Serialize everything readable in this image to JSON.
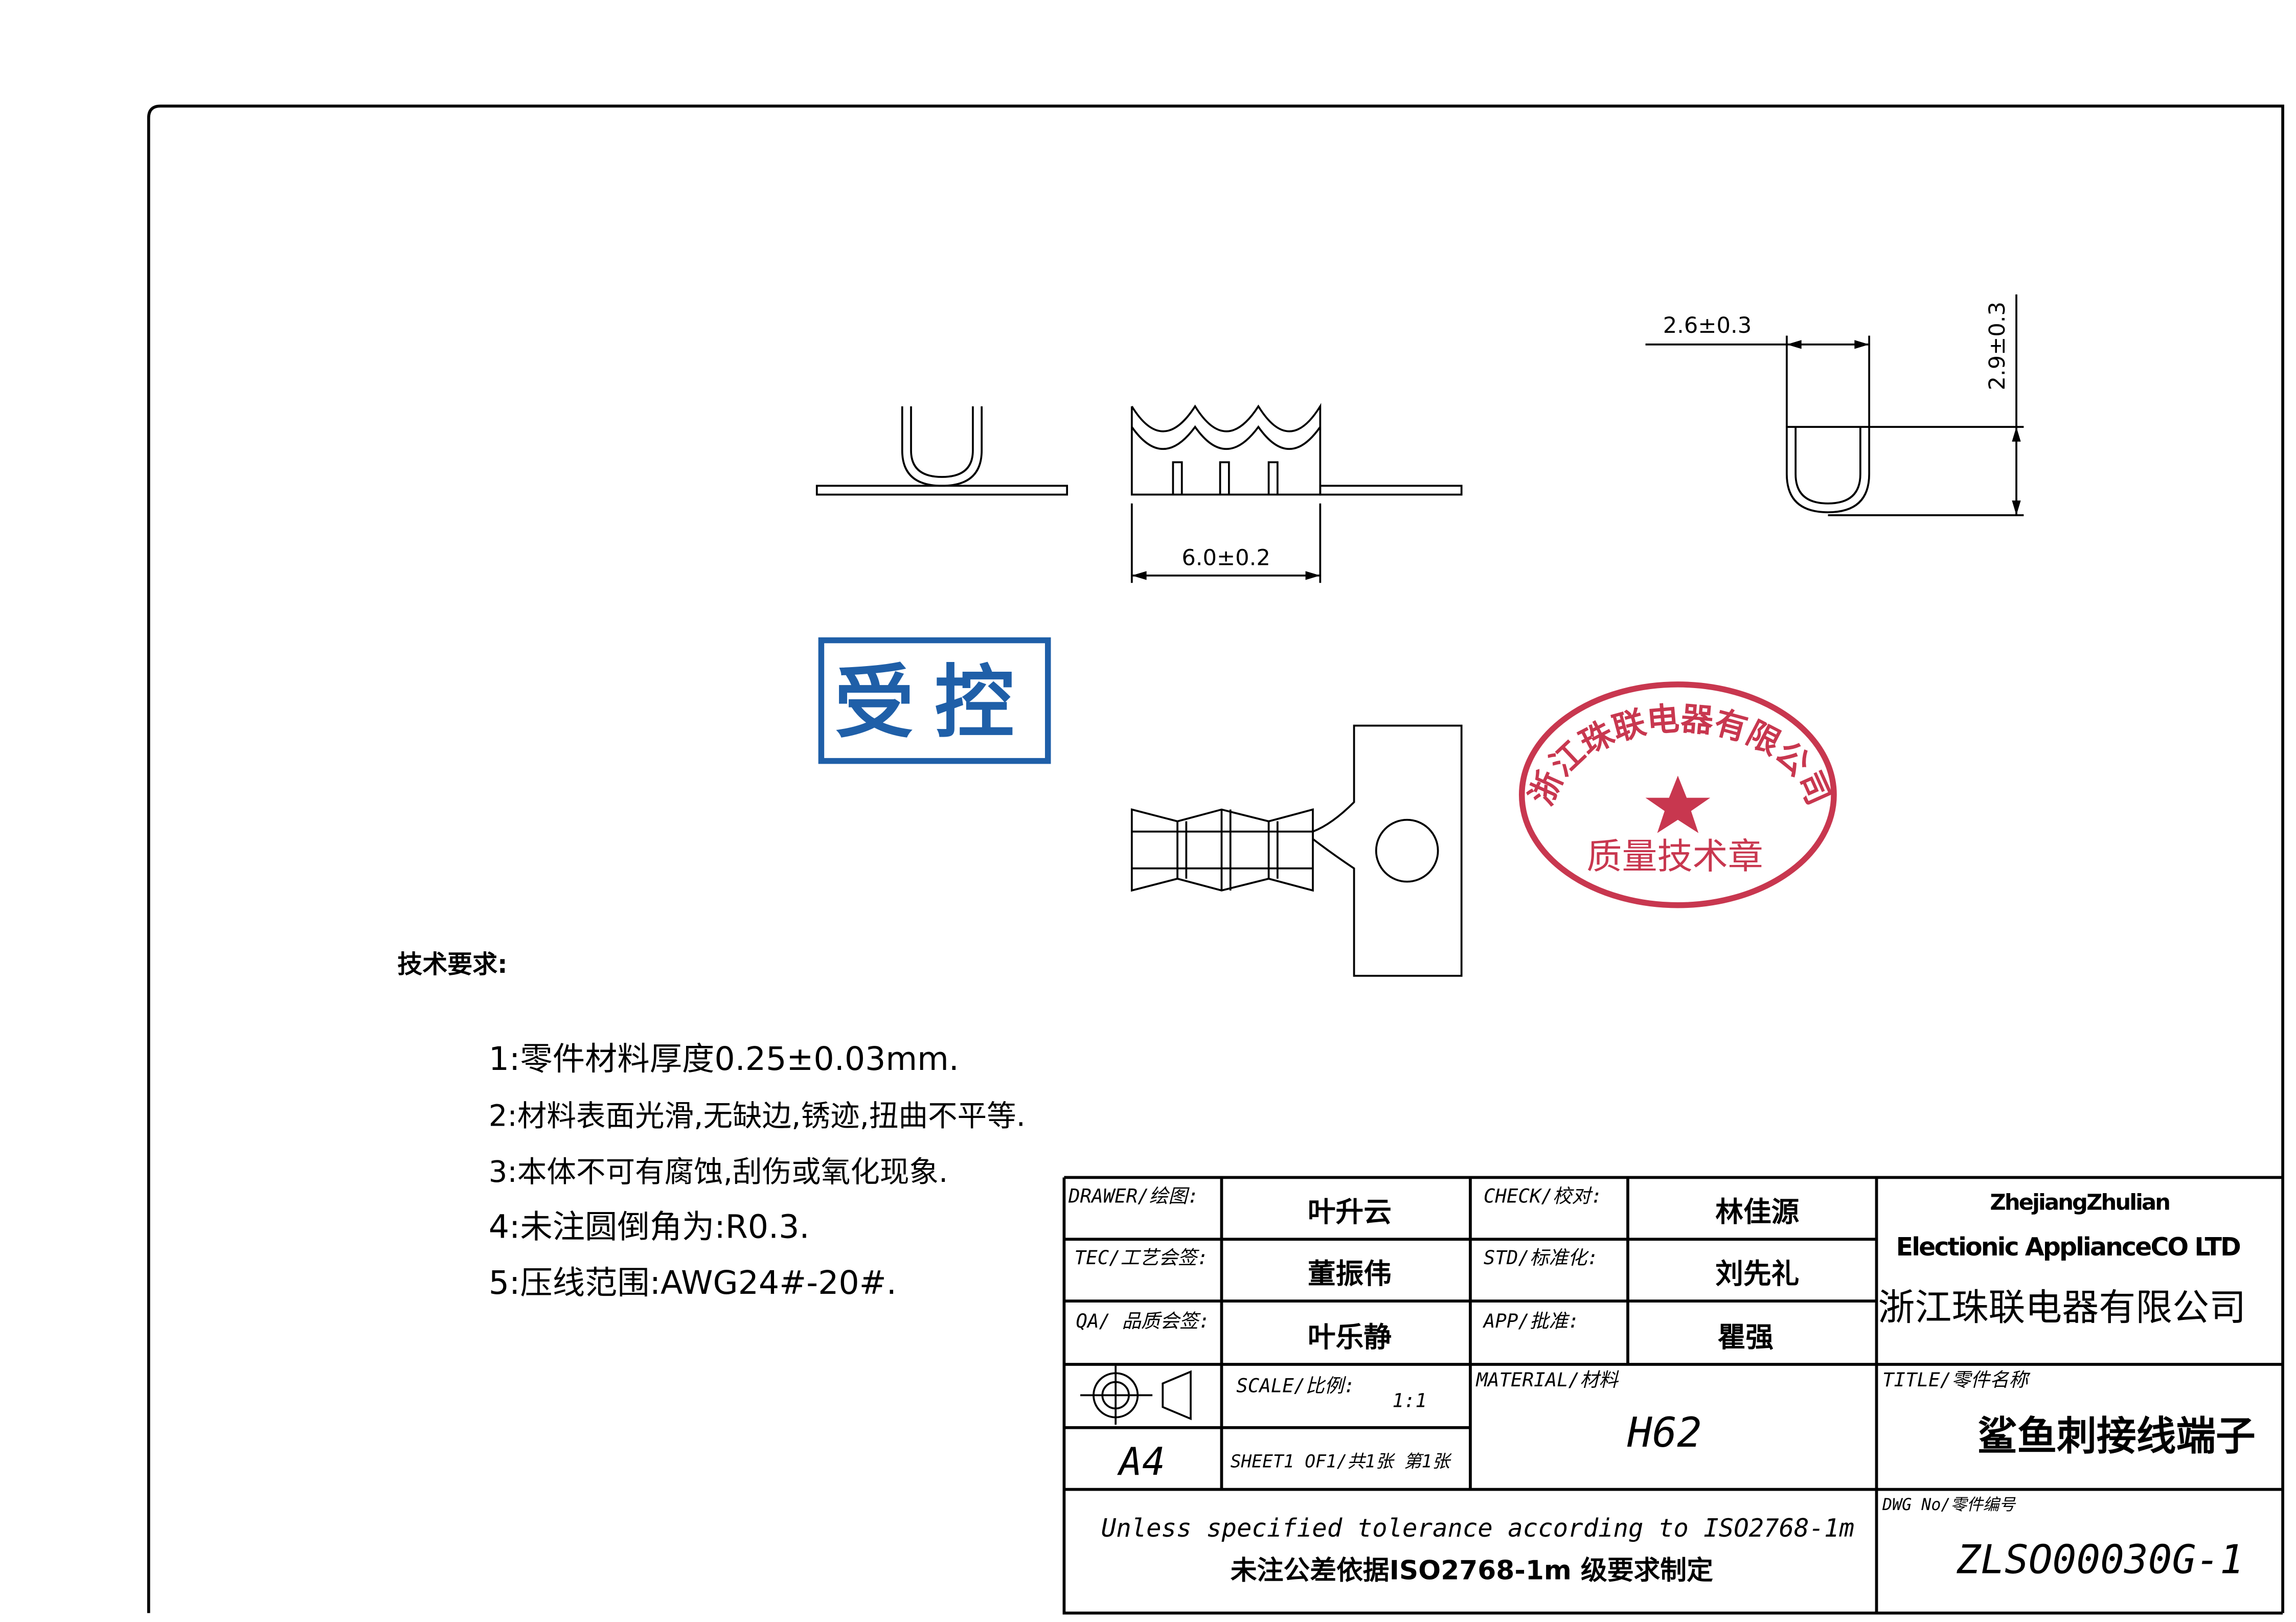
{
  "dimensions": {
    "width_dim": "6.0±0.2",
    "u_width": "2.6±0.3",
    "u_height": "2.9±0.3"
  },
  "stamps": {
    "controlled": "受控",
    "company_seal_top": "浙江珠联电器有限公司",
    "company_seal_bottom": "质量技术章",
    "seal_color": "#c8374f",
    "controlled_color": "#1f5fa8"
  },
  "notes": {
    "heading": "技术要求:",
    "items": [
      "1:零件材料厚度0.25±0.03mm.",
      "2:材料表面光滑,无缺边,锈迹,扭曲不平等.",
      "3:本体不可有腐蚀,刮伤或氧化现象.",
      "4:未注圆倒角为:R0.3.",
      "5:压线范围:AWG24#-20#."
    ]
  },
  "title_block": {
    "drawer_label": "DRAWER/绘图:",
    "drawer": "叶升云",
    "check_label": "CHECK/校对:",
    "check": "林佳源",
    "tec_label": "TEC/工艺会签:",
    "tec": "董振伟",
    "std_label": "STD/标准化:",
    "std": "刘先礼",
    "qa_label": "QA/ 品质会签:",
    "qa": "叶乐静",
    "app_label": "APP/批准:",
    "app": "瞿强",
    "company_en_1": "ZhejiangZhulian",
    "company_en_2": "Electionic ApplianceCO LTD",
    "company_cn": "浙江珠联电器有限公司",
    "scale_label": "SCALE/比例:",
    "scale": "1:1",
    "paper": "A4",
    "sheet": "SHEET1 OF1/共1张 第1张",
    "material_label": "MATERIAL/材料",
    "material": "H62",
    "title_label": "TITLE/零件名称",
    "title": "鲨鱼刺接线端子",
    "tolerance_en": "Unless specified tolerance according to ISO2768-1m",
    "tolerance_cn": "未注公差依据ISO2768-1m 级要求制定",
    "dwg_label": "DWG No/零件编号",
    "dwg_no": "ZLSO00030G-1"
  }
}
